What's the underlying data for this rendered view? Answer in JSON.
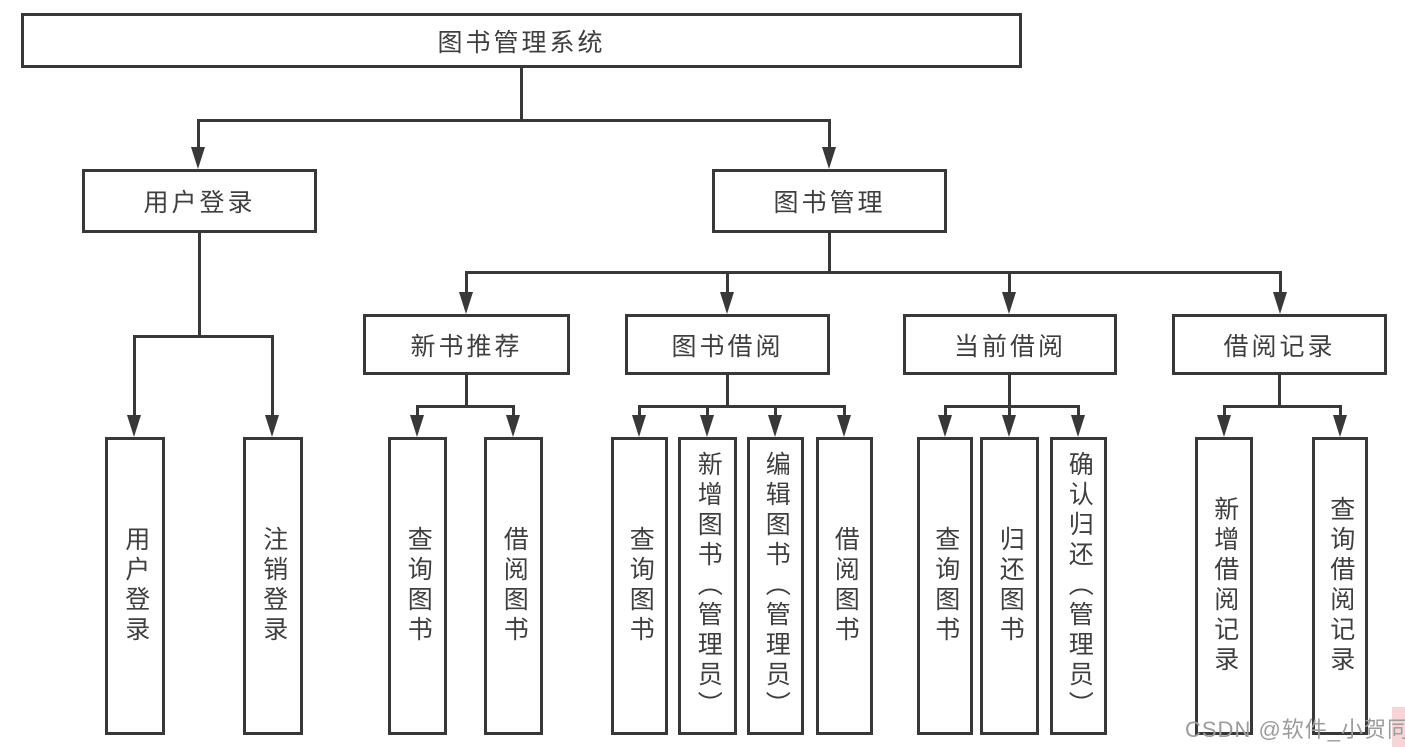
{
  "nodes": {
    "root": "图书管理系统",
    "userLogin": "用户登录",
    "bookMgmt": "图书管理",
    "newBookRec": "新书推荐",
    "bookBorrow": "图书借阅",
    "currentBorrow": "当前借阅",
    "borrowRecords": "借阅记录",
    "leaves": {
      "userLogin": [
        "用户登录",
        "注销登录"
      ],
      "newBookRec": [
        "查询图书",
        "借阅图书"
      ],
      "bookBorrow": [
        "查询图书",
        "新增图书（管理员）",
        "编辑图书（管理员）",
        "借阅图书"
      ],
      "currentBorrow": [
        "查询图书",
        "归还图书",
        "确认归还（管理员）"
      ],
      "borrowRecords": [
        "新增借阅记录",
        "查询借阅记录"
      ]
    }
  },
  "watermark": {
    "text": "CSDN @软件_小贺同学"
  },
  "colors": {
    "line": "#383838",
    "text": "#3f3f3f",
    "background": "#ffffff",
    "watermark_text": "#9c9c9c",
    "watermark_accent": "#f3c6cb"
  }
}
